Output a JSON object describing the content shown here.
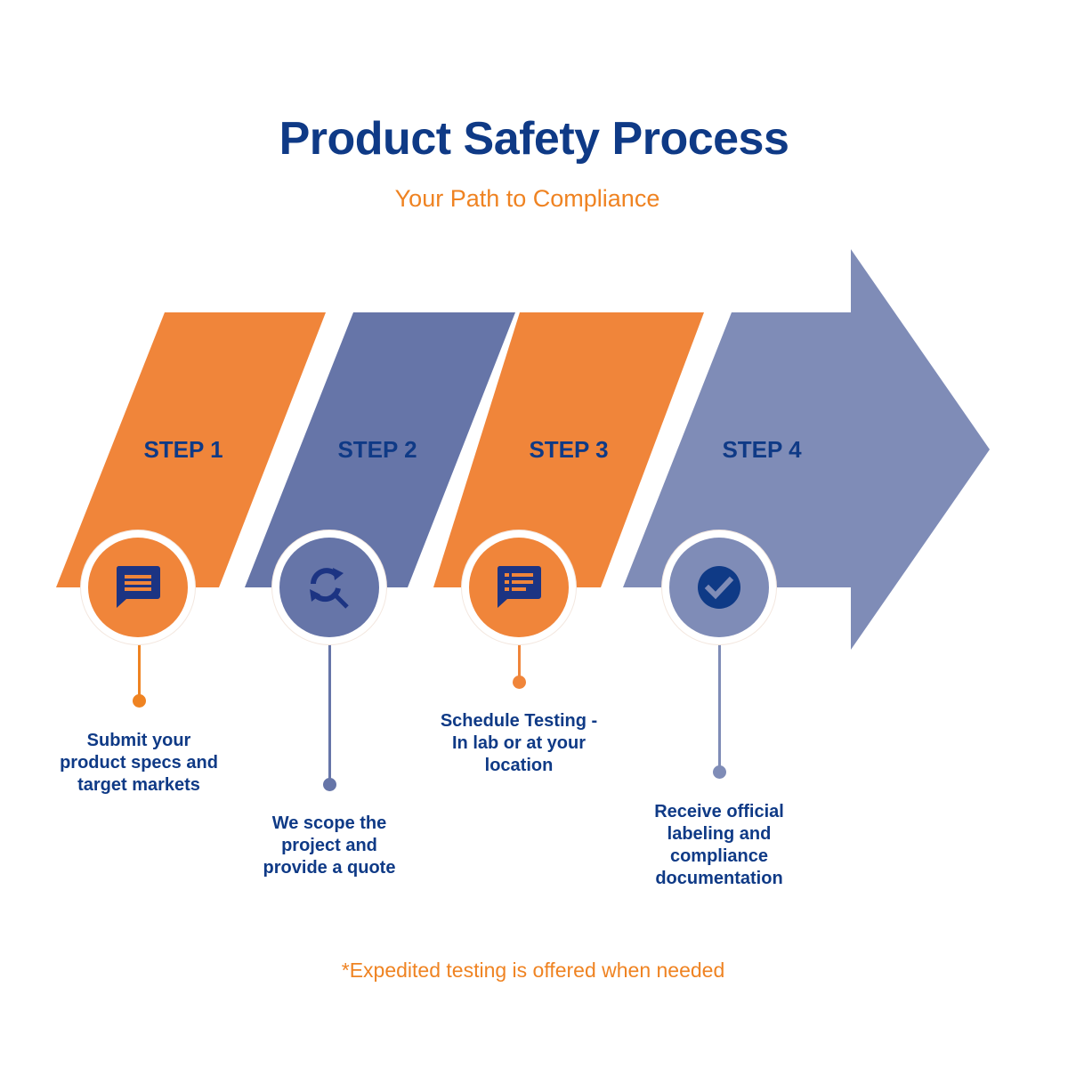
{
  "header": {
    "title": "Product Safety Process",
    "subtitle": "Your Path to Compliance"
  },
  "colors": {
    "orange": "#f0853a",
    "blue": "#6675a8",
    "light_blue": "#7f8cb7",
    "navy": "#0f3a86",
    "accent_orange_text": "#ef8322"
  },
  "steps": [
    {
      "label": "STEP 1",
      "icon": "chat-lines-icon",
      "description_lines": [
        "Submit your",
        "product specs and",
        "target markets"
      ]
    },
    {
      "label": "STEP 2",
      "icon": "refresh-search-icon",
      "description_lines": [
        "We scope the",
        "project and",
        "provide a quote"
      ]
    },
    {
      "label": "STEP 3",
      "icon": "chat-list-icon",
      "description_lines": [
        "Schedule Testing -",
        "In lab or at your",
        "location"
      ]
    },
    {
      "label": "STEP 4",
      "icon": "check-circle-icon",
      "description_lines": [
        "Receive official",
        "labeling and",
        "compliance",
        "documentation"
      ]
    }
  ],
  "footnote": "*Expedited testing is offered when needed"
}
